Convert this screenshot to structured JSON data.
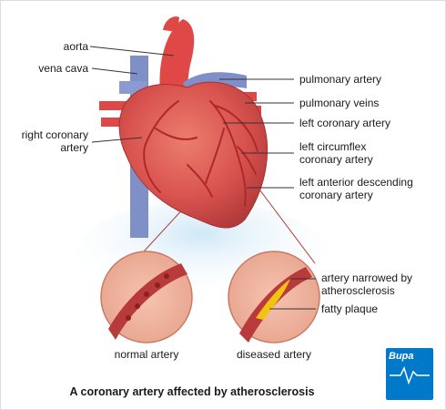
{
  "labels": {
    "aorta": "aorta",
    "vena_cava": "vena cava",
    "right_coronary_artery": [
      "right coronary",
      "artery"
    ],
    "pulmonary_artery": "pulmonary artery",
    "pulmonary_veins": "pulmonary veins",
    "left_coronary_artery": "left coronary artery",
    "left_circumflex": [
      "left circumflex",
      "coronary artery"
    ],
    "left_anterior_descending": [
      "left anterior descending",
      "coronary artery"
    ],
    "artery_narrowed": [
      "artery narrowed by",
      "atherosclerosis"
    ],
    "fatty_plaque": "fatty plaque",
    "normal_artery": "normal artery",
    "diseased_artery": "diseased artery"
  },
  "caption": "A coronary artery affected by atherosclerosis",
  "logo": {
    "text": "Bupa"
  },
  "colors": {
    "heart": "#d9534f",
    "vessel_red": "#e04848",
    "vessel_blue": "#7f8fc8",
    "plaque": "#f1c40f",
    "brand": "#0079c8"
  }
}
